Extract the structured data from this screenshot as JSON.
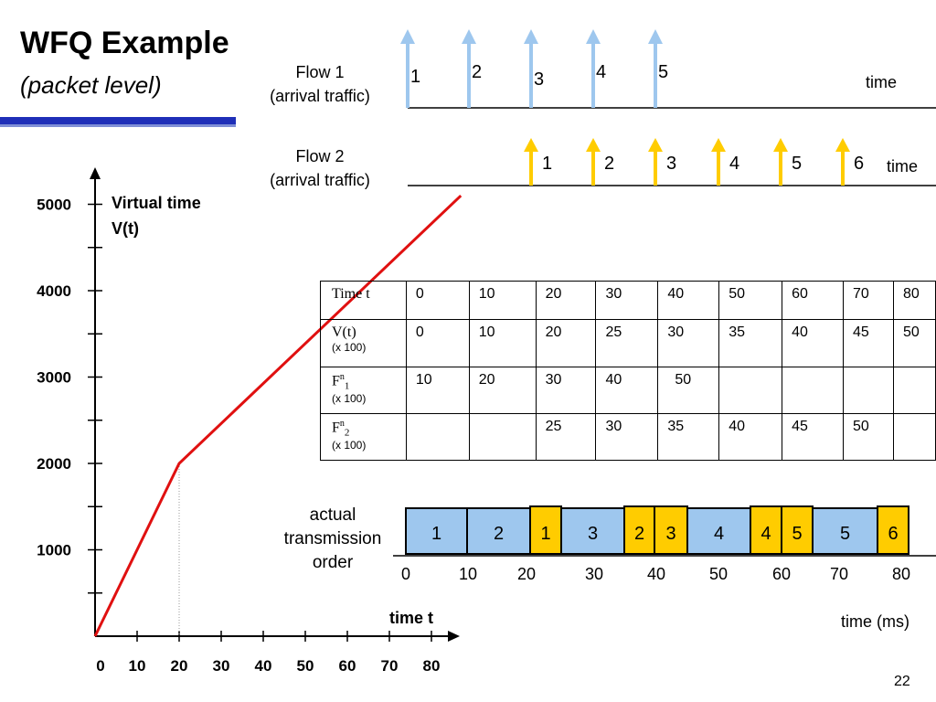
{
  "title": "WFQ Example",
  "subtitle": "(packet level)",
  "flow1": {
    "label_line1": "Flow 1",
    "label_line2": "(arrival traffic)",
    "packets": [
      "1",
      "2",
      "3",
      "4",
      "5"
    ],
    "time_label": "time",
    "color": "#9ec7ee"
  },
  "flow2": {
    "label_line1": "Flow 2",
    "label_line2": "(arrival traffic)",
    "packets": [
      "1",
      "2",
      "3",
      "4",
      "5",
      "6"
    ],
    "time_label": "time",
    "color": "#ffcc00"
  },
  "vt_plot": {
    "label_line1": "Virtual time",
    "label_line2": "V(t)",
    "xlabel": "time t",
    "x_ticks": [
      "0",
      "10",
      "20",
      "30",
      "40",
      "50",
      "60",
      "70",
      "80"
    ],
    "y_ticks": [
      "1000",
      "2000",
      "3000",
      "4000",
      "5000"
    ],
    "line_color": "#e01010"
  },
  "chart_data": {
    "type": "line",
    "x": [
      0,
      20,
      87
    ],
    "series": [
      {
        "values": [
          0,
          2000,
          5100
        ]
      }
    ],
    "xlabel": "time t",
    "ylabel": "Virtual time V(t)",
    "xlim": [
      0,
      87
    ],
    "ylim": [
      0,
      5500
    ]
  },
  "table": {
    "header": [
      "Time t",
      "0",
      "10",
      "20",
      "30",
      "40",
      "50",
      "60",
      "70",
      "80"
    ],
    "rows": [
      {
        "label": "V(t)",
        "sub": "",
        "scale": "(x 100)",
        "values": [
          "0",
          "10",
          "20",
          "25",
          "30",
          "35",
          "40",
          "45",
          "50"
        ]
      },
      {
        "label": "F",
        "sup": "n",
        "sub": "1",
        "scale": "(x 100)",
        "values": [
          "10",
          "20",
          "30",
          "40",
          "50",
          "",
          "",
          "",
          ""
        ]
      },
      {
        "label": "F",
        "sup": "n",
        "sub": "2",
        "scale": "(x 100)",
        "values": [
          "",
          "",
          "25",
          "30",
          "35",
          "40",
          "45",
          "50",
          ""
        ]
      }
    ]
  },
  "transmission": {
    "label_line1": "actual",
    "label_line2": "transmission",
    "label_line3": "order",
    "packets": [
      {
        "label": "1",
        "flow": 1
      },
      {
        "label": "2",
        "flow": 1
      },
      {
        "label": "1",
        "flow": 2
      },
      {
        "label": "3",
        "flow": 1
      },
      {
        "label": "2",
        "flow": 2
      },
      {
        "label": "3",
        "flow": 2
      },
      {
        "label": "4",
        "flow": 1
      },
      {
        "label": "4",
        "flow": 2
      },
      {
        "label": "5",
        "flow": 2
      },
      {
        "label": "5",
        "flow": 1
      },
      {
        "label": "6",
        "flow": 2
      }
    ],
    "ticks": [
      "0",
      "10",
      "20",
      "30",
      "40",
      "50",
      "60",
      "70",
      "80"
    ],
    "time_label": "time (ms)",
    "flow1_color": "#9ec7ee",
    "flow2_color": "#ffcc00"
  },
  "page_number": "22"
}
